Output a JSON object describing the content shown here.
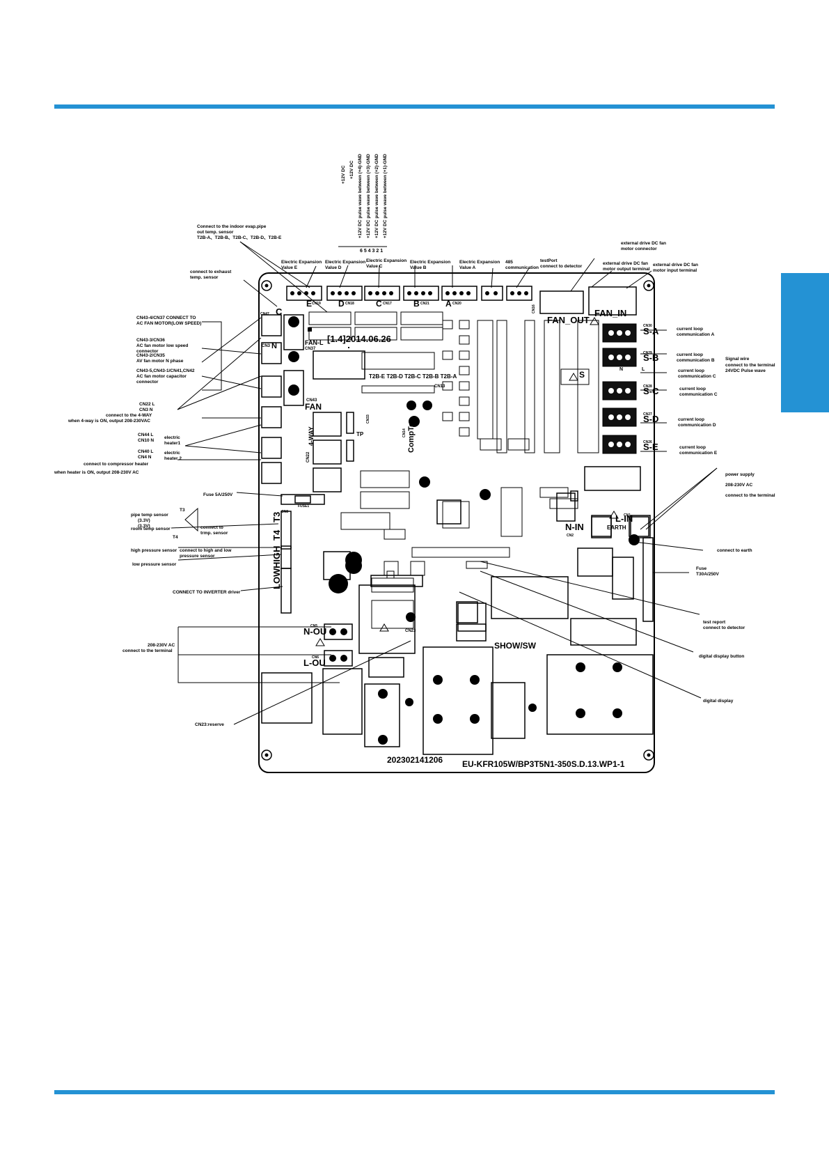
{
  "colors": {
    "accent": "#2492d4",
    "ink": "#000000",
    "board": "#ffffff"
  },
  "header": {},
  "board": {
    "date_code": "[1.4]2014.06.26",
    "serial": "202302141206",
    "model": "EU-KFR105W/BP3T5N1-350S.D.13.WP1-1"
  },
  "pulse_legend": {
    "lines": [
      "+12V DC",
      "+12V DC",
      "+12V DC pulse wave between (+4)-GND",
      "+12V DC pulse wave between (+3)-GND",
      "+12V DC pulse wave between (+2)-GND",
      "+12V DC pulse wave between (+1)-GND"
    ],
    "pins": "6 5 4 3 2 1"
  },
  "evap_sensor": {
    "line1": "Connect to the indoor evap.pipe",
    "line2": "out temp. sensor",
    "line3": "T2B-A、T2B-B、T2B-C、T2B-D、T2B-E"
  },
  "eev": {
    "e": [
      "Electric Expansion",
      "Value E"
    ],
    "d": [
      "Electric Expansion",
      "Value D"
    ],
    "c": [
      "Electric Expansion",
      "Value C"
    ],
    "b": [
      "Electric Expansion",
      "Value B"
    ],
    "a": [
      "Electric Expansion",
      "Value A"
    ]
  },
  "comm485": [
    "485",
    "communication"
  ],
  "testport": [
    "testPort",
    "connect to detector"
  ],
  "ext_fan": {
    "motor_connector": [
      "external drive DC fan",
      "motor connector"
    ],
    "output_terminal": [
      "external drive DC fan",
      "motor output terminal"
    ],
    "input_terminal": [
      "external drive DC fan",
      "motor input terminal"
    ]
  },
  "exhaust_sensor": [
    "connect to exhaust",
    "temp. sensor"
  ],
  "left_labels": {
    "cn43_4": [
      "CN43-4/CN37  CONNECT TO",
      "AC FAN MOTOR(LOW SPEED)"
    ],
    "cn43_3": [
      "CN43-3/CN36",
      "AC fan motor low speed",
      "connector"
    ],
    "cn43_2": [
      "CN43-2/CN35",
      "AV fan motor N phase"
    ],
    "cn43_5": [
      "CN43-5,CN43-1/CN41,CN42",
      "AC fan motor capacitor",
      "connector"
    ],
    "cn22": [
      "CN22  L",
      "CN3  N"
    ],
    "fourway": [
      "connect to the 4-WAY",
      "when 4-way is ON, output 208-230VAC"
    ],
    "cn44": [
      "CN44  L",
      "CN10  N"
    ],
    "heater1": [
      "electric",
      "heater1"
    ],
    "cn40": [
      "CN40  L",
      "CN4  N"
    ],
    "heater2": [
      "electric",
      "heater 2"
    ],
    "comp_heater": "connect to compressor heater",
    "heater_on": "when heater is ON, output 208-230V AC",
    "fuse5a": "Fuse 5A/250V",
    "t3": "T3",
    "pipe_temp": [
      "pipe temp sensor",
      "(3.3V)"
    ],
    "room_temp": [
      "room temp sensor",
      "(3.3V)"
    ],
    "t4": "T4",
    "trmp": [
      "connect to",
      "trmp. sensor"
    ],
    "high_p": "high pressure sensor",
    "low_p": "low pressure sensor",
    "hl_conn": [
      "connect to high and low",
      "pressure sensor"
    ],
    "inverter": "CONNECT TO INVERTER driver",
    "ac_in": [
      "208-230V AC",
      "connect to the terminal"
    ],
    "cn23": "CN23:reserve"
  },
  "right_labels": {
    "loop_a": [
      "current loop",
      "communication A"
    ],
    "loop_b": [
      "current loop",
      "communication B"
    ],
    "loop_c1": [
      "current loop",
      "communication C"
    ],
    "loop_c2": [
      "current loop",
      "communication C"
    ],
    "loop_d": [
      "current loop",
      "communication D"
    ],
    "loop_e": [
      "current loop",
      "communication E"
    ],
    "signal": [
      "Signal wire",
      "connect to the terminal",
      "24VDC Pulse wave"
    ],
    "power": [
      "power supply",
      "208-230V AC",
      "connect to the terminal"
    ],
    "earth": "connect to earth",
    "fuse30a": [
      "Fuse",
      "T30A/250V"
    ],
    "test_report": [
      "test report",
      "connect to detector"
    ],
    "disp_btn": "digital display button",
    "disp": "digital display"
  },
  "pcb": {
    "c": "C",
    "e": "E",
    "d": "D",
    "cc": "C",
    "b": "B",
    "a": "A",
    "cn19": "CN19",
    "cn18": "CN18",
    "cn17": "CN17",
    "cn21": "CN21",
    "cn20": "CN20",
    "cn16": "CN16",
    "cn47": "CN47",
    "cn3": "CN3",
    "n": "N",
    "fanl": "FAN-L",
    "cn37": "CN37",
    "fan_out": "FAN_OUT",
    "fan_in": "FAN_IN",
    "sa": "S-A",
    "sb": "S-B",
    "sc": "S-C",
    "sd": "S-D",
    "se": "S-E",
    "cn30": "CN30",
    "cn29": "CN29",
    "cn28": "CN28",
    "cn27": "CN27",
    "cn26": "CN26",
    "s": "S",
    "n2": "N",
    "l2": "L",
    "t2b": "T2B-E T2B-D T2B-C T2B-B T2B-A",
    "cn13": "CN13",
    "fan": "FAN",
    "cn43": "CN43",
    "fourway": "4-WAY",
    "cn22": "CN22",
    "comptop": "CompTop",
    "cn14": "CN14",
    "tp": "TP",
    "cn33": "CN33",
    "t3": "T3",
    "t4": "T4",
    "cn8": "CN8",
    "high": "HIGH",
    "low": "LOW",
    "nin": "N-IN",
    "lin": "L-IN",
    "earth": "EARTH",
    "cn2": "CN2",
    "cn1": "CN1",
    "nou": "N-OU",
    "lou": "L-OU",
    "cn5": "CN5",
    "cn6": "CN6",
    "cn23": "CN23",
    "show": "SHOW/SW",
    "fuse_board": "FUSE1"
  }
}
